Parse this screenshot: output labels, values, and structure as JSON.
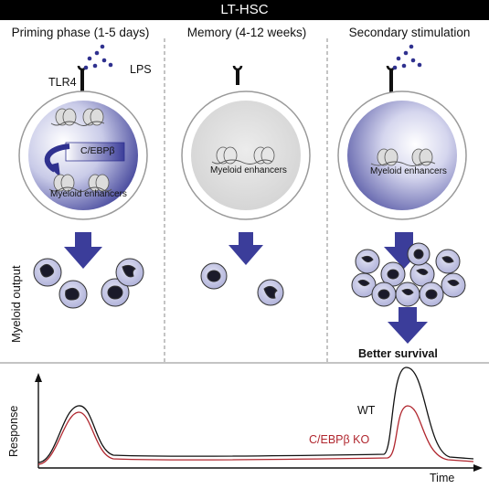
{
  "header": {
    "title": "LT-HSC"
  },
  "columns": [
    {
      "title": "Priming phase (1-5 days)"
    },
    {
      "title": "Memory (4-12 weeks)"
    },
    {
      "title": "Secondary stimulation"
    }
  ],
  "labels": {
    "tlr4": "TLR4",
    "lps": "LPS",
    "cebpb": "C/EBPβ",
    "myeloid_enhancers": "Myeloid enhancers",
    "myeloid_output": "Myeloid output",
    "better_survival": "Better survival"
  },
  "graph": {
    "ylabel": "Response",
    "xlabel": "Time",
    "legend_wt": "WT",
    "legend_ko": "C/EBPβ KO",
    "wt_color": "#111111",
    "ko_color": "#b0262e"
  },
  "colors": {
    "accent": "#3b3d9a",
    "cell_gray": "#d9d9d9",
    "myeloid_cell": "#c9cbe6"
  }
}
